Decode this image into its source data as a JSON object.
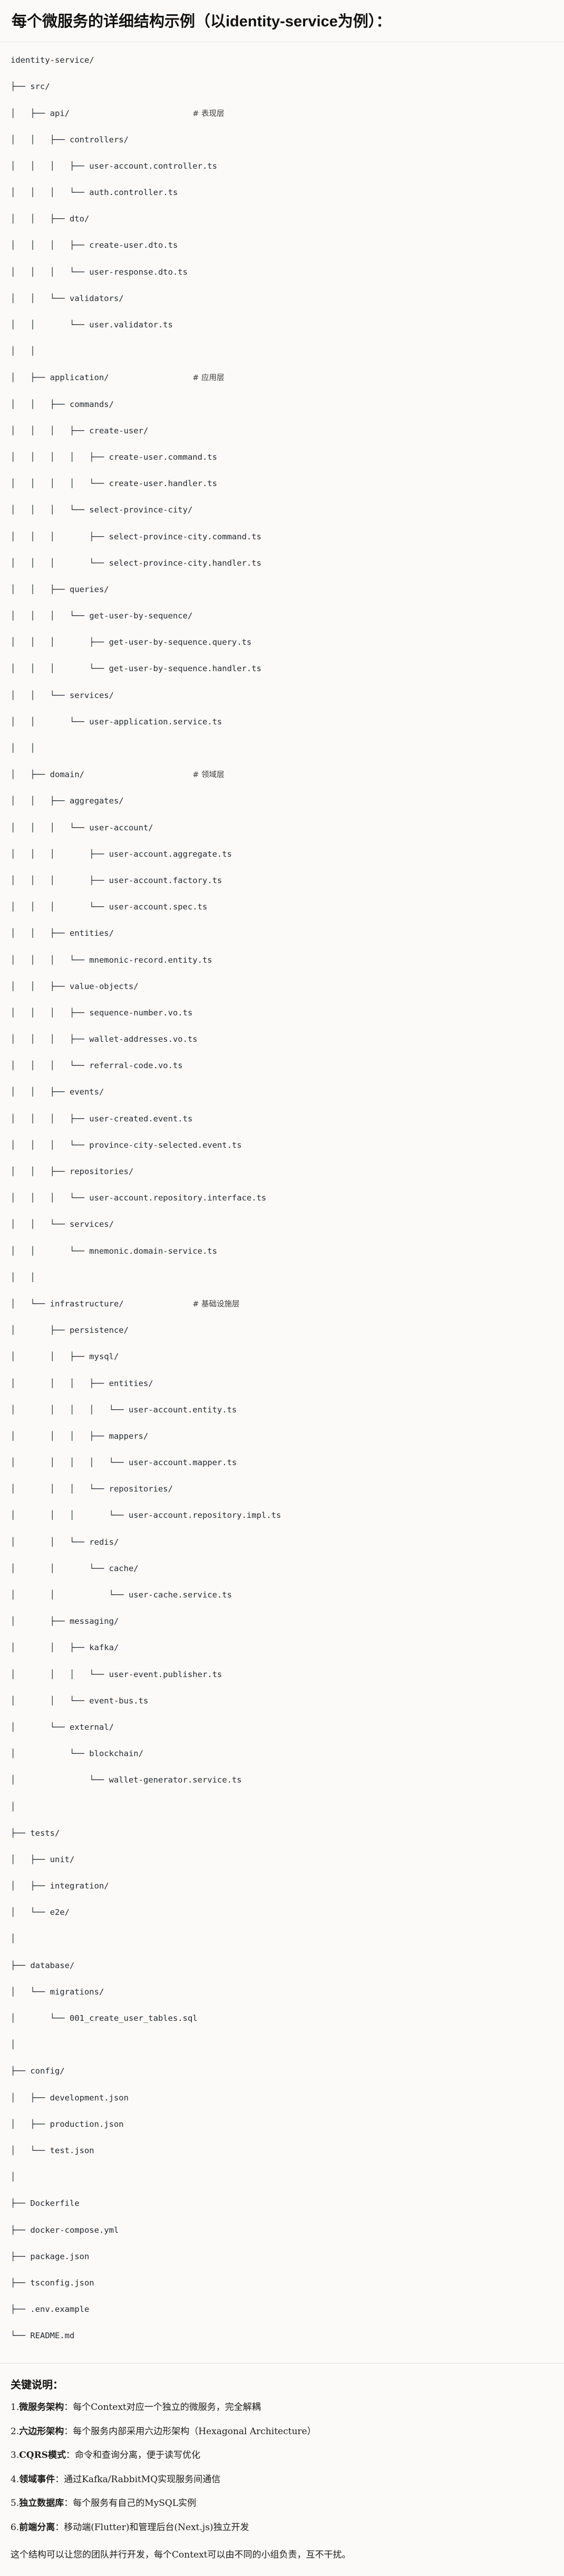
{
  "heading": "每个微服务的详细结构示例（以identity-service为例）：",
  "tree": {
    "root": "identity-service/",
    "lines": [
      {
        "text": "identity-service/",
        "comment": ""
      },
      {
        "text": "├── src/",
        "comment": ""
      },
      {
        "text": "│   ├── api/",
        "comment": "# 表现层"
      },
      {
        "text": "│   │   ├── controllers/",
        "comment": ""
      },
      {
        "text": "│   │   │   ├── user-account.controller.ts",
        "comment": ""
      },
      {
        "text": "│   │   │   └── auth.controller.ts",
        "comment": ""
      },
      {
        "text": "│   │   ├── dto/",
        "comment": ""
      },
      {
        "text": "│   │   │   ├── create-user.dto.ts",
        "comment": ""
      },
      {
        "text": "│   │   │   └── user-response.dto.ts",
        "comment": ""
      },
      {
        "text": "│   │   └── validators/",
        "comment": ""
      },
      {
        "text": "│   │       └── user.validator.ts",
        "comment": ""
      },
      {
        "text": "│   │",
        "comment": ""
      },
      {
        "text": "│   ├── application/",
        "comment": "# 应用层"
      },
      {
        "text": "│   │   ├── commands/",
        "comment": ""
      },
      {
        "text": "│   │   │   ├── create-user/",
        "comment": ""
      },
      {
        "text": "│   │   │   │   ├── create-user.command.ts",
        "comment": ""
      },
      {
        "text": "│   │   │   │   └── create-user.handler.ts",
        "comment": ""
      },
      {
        "text": "│   │   │   └── select-province-city/",
        "comment": ""
      },
      {
        "text": "│   │   │       ├── select-province-city.command.ts",
        "comment": ""
      },
      {
        "text": "│   │   │       └── select-province-city.handler.ts",
        "comment": ""
      },
      {
        "text": "│   │   ├── queries/",
        "comment": ""
      },
      {
        "text": "│   │   │   └── get-user-by-sequence/",
        "comment": ""
      },
      {
        "text": "│   │   │       ├── get-user-by-sequence.query.ts",
        "comment": ""
      },
      {
        "text": "│   │   │       └── get-user-by-sequence.handler.ts",
        "comment": ""
      },
      {
        "text": "│   │   └── services/",
        "comment": ""
      },
      {
        "text": "│   │       └── user-application.service.ts",
        "comment": ""
      },
      {
        "text": "│   │",
        "comment": ""
      },
      {
        "text": "│   ├── domain/",
        "comment": "# 领域层"
      },
      {
        "text": "│   │   ├── aggregates/",
        "comment": ""
      },
      {
        "text": "│   │   │   └── user-account/",
        "comment": ""
      },
      {
        "text": "│   │   │       ├── user-account.aggregate.ts",
        "comment": ""
      },
      {
        "text": "│   │   │       ├── user-account.factory.ts",
        "comment": ""
      },
      {
        "text": "│   │   │       └── user-account.spec.ts",
        "comment": ""
      },
      {
        "text": "│   │   ├── entities/",
        "comment": ""
      },
      {
        "text": "│   │   │   └── mnemonic-record.entity.ts",
        "comment": ""
      },
      {
        "text": "│   │   ├── value-objects/",
        "comment": ""
      },
      {
        "text": "│   │   │   ├── sequence-number.vo.ts",
        "comment": ""
      },
      {
        "text": "│   │   │   ├── wallet-addresses.vo.ts",
        "comment": ""
      },
      {
        "text": "│   │   │   └── referral-code.vo.ts",
        "comment": ""
      },
      {
        "text": "│   │   ├── events/",
        "comment": ""
      },
      {
        "text": "│   │   │   ├── user-created.event.ts",
        "comment": ""
      },
      {
        "text": "│   │   │   └── province-city-selected.event.ts",
        "comment": ""
      },
      {
        "text": "│   │   ├── repositories/",
        "comment": ""
      },
      {
        "text": "│   │   │   └── user-account.repository.interface.ts",
        "comment": ""
      },
      {
        "text": "│   │   └── services/",
        "comment": ""
      },
      {
        "text": "│   │       └── mnemonic.domain-service.ts",
        "comment": ""
      },
      {
        "text": "│   │",
        "comment": ""
      },
      {
        "text": "│   └── infrastructure/",
        "comment": "# 基础设施层"
      },
      {
        "text": "│       ├── persistence/",
        "comment": ""
      },
      {
        "text": "│       │   ├── mysql/",
        "comment": ""
      },
      {
        "text": "│       │   │   ├── entities/",
        "comment": ""
      },
      {
        "text": "│       │   │   │   └── user-account.entity.ts",
        "comment": ""
      },
      {
        "text": "│       │   │   ├── mappers/",
        "comment": ""
      },
      {
        "text": "│       │   │   │   └── user-account.mapper.ts",
        "comment": ""
      },
      {
        "text": "│       │   │   └── repositories/",
        "comment": ""
      },
      {
        "text": "│       │   │       └── user-account.repository.impl.ts",
        "comment": ""
      },
      {
        "text": "│       │   └── redis/",
        "comment": ""
      },
      {
        "text": "│       │       └── cache/",
        "comment": ""
      },
      {
        "text": "│       │           └── user-cache.service.ts",
        "comment": ""
      },
      {
        "text": "│       ├── messaging/",
        "comment": ""
      },
      {
        "text": "│       │   ├── kafka/",
        "comment": ""
      },
      {
        "text": "│       │   │   └── user-event.publisher.ts",
        "comment": ""
      },
      {
        "text": "│       │   └── event-bus.ts",
        "comment": ""
      },
      {
        "text": "│       └── external/",
        "comment": ""
      },
      {
        "text": "│           └── blockchain/",
        "comment": ""
      },
      {
        "text": "│               └── wallet-generator.service.ts",
        "comment": ""
      },
      {
        "text": "│",
        "comment": ""
      },
      {
        "text": "├── tests/",
        "comment": ""
      },
      {
        "text": "│   ├── unit/",
        "comment": ""
      },
      {
        "text": "│   ├── integration/",
        "comment": ""
      },
      {
        "text": "│   └── e2e/",
        "comment": ""
      },
      {
        "text": "│",
        "comment": ""
      },
      {
        "text": "├── database/",
        "comment": ""
      },
      {
        "text": "│   └── migrations/",
        "comment": ""
      },
      {
        "text": "│       └── 001_create_user_tables.sql",
        "comment": ""
      },
      {
        "text": "│",
        "comment": ""
      },
      {
        "text": "├── config/",
        "comment": ""
      },
      {
        "text": "│   ├── development.json",
        "comment": ""
      },
      {
        "text": "│   ├── production.json",
        "comment": ""
      },
      {
        "text": "│   └── test.json",
        "comment": ""
      },
      {
        "text": "│",
        "comment": ""
      },
      {
        "text": "├── Dockerfile",
        "comment": ""
      },
      {
        "text": "├── docker-compose.yml",
        "comment": ""
      },
      {
        "text": "├── package.json",
        "comment": ""
      },
      {
        "text": "├── tsconfig.json",
        "comment": ""
      },
      {
        "text": "├── .env.example",
        "comment": ""
      },
      {
        "text": "└── README.md",
        "comment": ""
      }
    ]
  },
  "notes": {
    "title": "关键说明：",
    "items": [
      {
        "num": "1.",
        "term": "微服务架构",
        "sep": "：",
        "body": "每个Context对应一个独立的微服务，完全解耦"
      },
      {
        "num": "2.",
        "term": "六边形架构",
        "sep": "：",
        "body": "每个服务内部采用六边形架构（Hexagonal Architecture）"
      },
      {
        "num": "3.",
        "term": "CQRS模式",
        "sep": "：",
        "body": "命令和查询分离，便于读写优化"
      },
      {
        "num": "4.",
        "term": "领域事件",
        "sep": "：",
        "body": "通过Kafka/RabbitMQ实现服务间通信"
      },
      {
        "num": "5.",
        "term": "独立数据库",
        "sep": "：",
        "body": "每个服务有自己的MySQL实例"
      },
      {
        "num": "6.",
        "term": "前端分离",
        "sep": "：",
        "body": "移动端(Flutter)和管理后台(Next.js)独立开发"
      }
    ],
    "closing": "这个结构可以让您的团队并行开发，每个Context可以由不同的小组负责，互不干扰。"
  }
}
